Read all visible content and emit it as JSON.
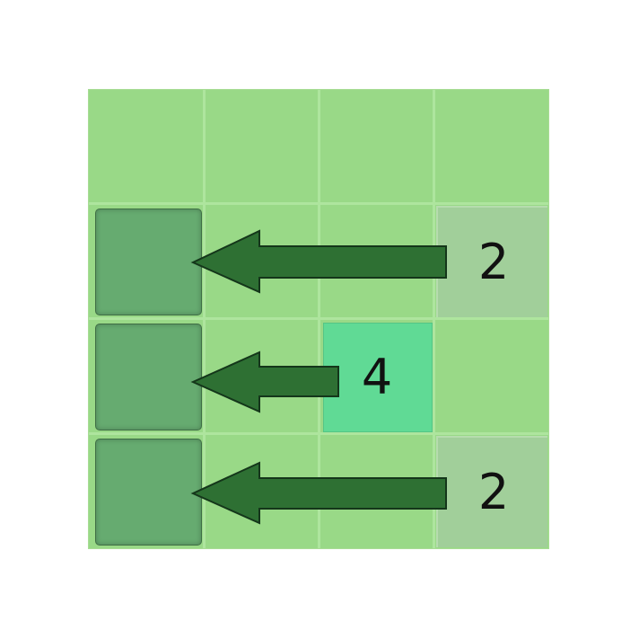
{
  "game": {
    "grid_size": 4,
    "colors": {
      "board": "#99d987",
      "grid_line": "#aee59e",
      "ghost_tile": "#66ab70",
      "tile_2": "#a1cf9a",
      "tile_4": "#60da95",
      "arrow_fill": "#2e7033",
      "arrow_stroke": "#14361a"
    },
    "move_direction": "left",
    "tiles": [
      {
        "row": 1,
        "col": 3,
        "value": "2"
      },
      {
        "row": 2,
        "col": 2,
        "value": "4"
      },
      {
        "row": 3,
        "col": 3,
        "value": "2"
      }
    ],
    "ghost_targets": [
      {
        "row": 1,
        "col": 0
      },
      {
        "row": 2,
        "col": 0
      },
      {
        "row": 3,
        "col": 0
      }
    ],
    "arrows": [
      {
        "row": 1,
        "from_col": 3,
        "to_col": 0,
        "icon": "arrow-left-icon"
      },
      {
        "row": 2,
        "from_col": 2,
        "to_col": 0,
        "icon": "arrow-left-icon"
      },
      {
        "row": 3,
        "from_col": 3,
        "to_col": 0,
        "icon": "arrow-left-icon"
      }
    ]
  }
}
